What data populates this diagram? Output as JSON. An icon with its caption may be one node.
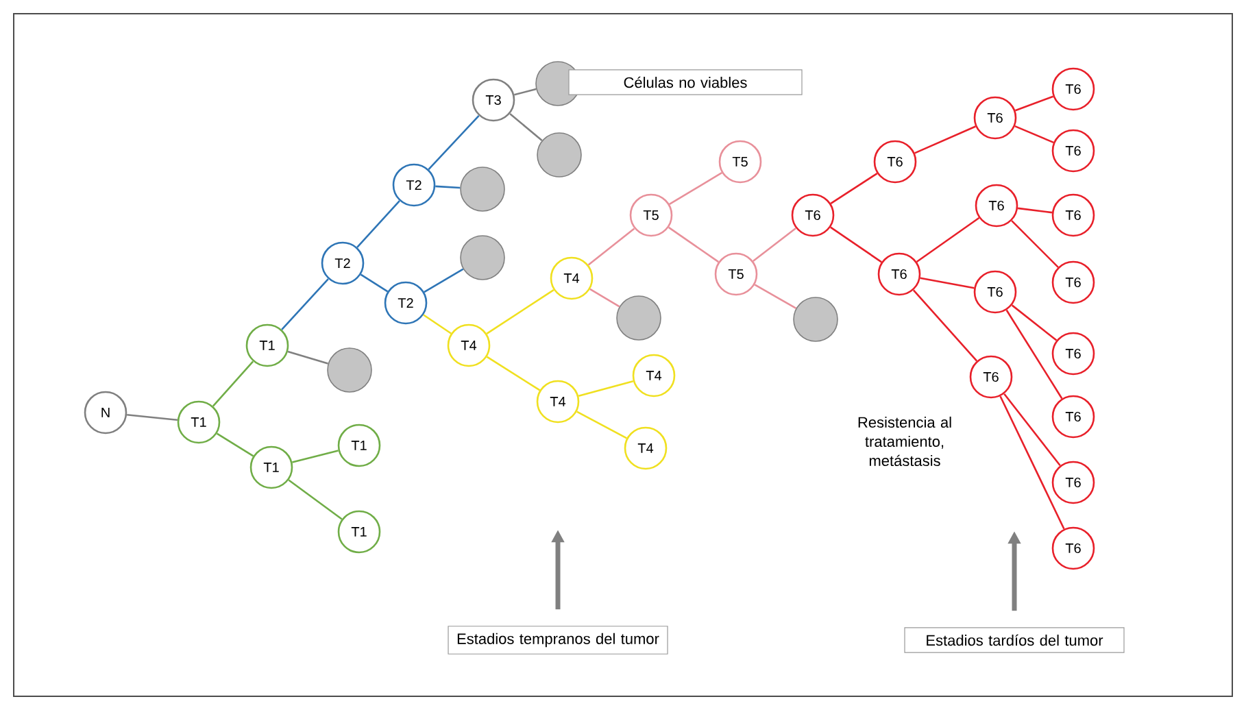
{
  "diagram": {
    "nodes": [
      {
        "text": [
          "N"
        ]
      },
      {
        "text": [
          "T1"
        ]
      },
      {
        "text": [
          "T1"
        ]
      },
      {
        "text": [],
        "shape": "circle"
      },
      {
        "text": [
          "T1"
        ]
      },
      {
        "text": [
          "T1"
        ]
      },
      {
        "text": [
          "T1"
        ]
      },
      {
        "text": [
          "T2"
        ]
      },
      {
        "text": [
          "T2"
        ]
      },
      {
        "text": [],
        "shape": "circle"
      },
      {
        "text": [
          "T2"
        ]
      },
      {
        "text": [],
        "shape": "circle"
      },
      {
        "text": [
          "T3"
        ]
      },
      {
        "text": [],
        "shape": "circle"
      },
      {
        "text": [],
        "shape": "circle"
      },
      {
        "text": [
          "T4"
        ]
      },
      {
        "text": [
          "T4"
        ]
      },
      {
        "text": [],
        "shape": "circle"
      },
      {
        "text": [
          "T4"
        ]
      },
      {
        "text": [
          "T4"
        ]
      },
      {
        "text": [
          "T4"
        ]
      },
      {
        "text": [
          "T5"
        ]
      },
      {
        "text": [
          "T5"
        ]
      },
      {
        "text": [
          "T5"
        ]
      },
      {
        "text": [],
        "shape": "circle"
      },
      {
        "text": [
          "T6"
        ]
      },
      {
        "text": [
          "T6"
        ]
      },
      {
        "text": [
          "T6"
        ]
      },
      {
        "text": [
          "T6"
        ]
      },
      {
        "text": [
          "T6"
        ]
      },
      {
        "text": [
          "T6"
        ]
      },
      {
        "text": [
          "T6"
        ]
      },
      {
        "text": [
          "T6"
        ]
      },
      {
        "text": [
          "T6"
        ]
      },
      {
        "text": [
          "T6"
        ]
      },
      {
        "text": [
          "T6"
        ]
      },
      {
        "text": [
          "T6"
        ]
      },
      {
        "text": [
          "T6"
        ]
      },
      {
        "text": [
          "T6"
        ]
      },
      {
        "text": [
          "T6"
        ]
      },
      {
        "text": [
          "Células no viables"
        ]
      },
      {
        "text": [
          "Estadios tempranos del tumor"
        ]
      },
      {
        "text": [
          "Estadios tardíos del tumor"
        ]
      }
    ],
    "edges": [
      {
        "from": 0,
        "to": 1,
        "arrow": "none",
        "color": "#808080"
      },
      {
        "from": 1,
        "to": 2,
        "arrow": "none",
        "color": "#70ad47"
      },
      {
        "from": 1,
        "to": 4,
        "arrow": "none",
        "color": "#70ad47"
      },
      {
        "from": 2,
        "to": 3,
        "arrow": "none",
        "color": "#808080"
      },
      {
        "from": 2,
        "to": 7,
        "arrow": "none",
        "color": "#2e75b6"
      },
      {
        "from": 4,
        "to": 5,
        "arrow": "none",
        "color": "#70ad47"
      },
      {
        "from": 4,
        "to": 6,
        "arrow": "none",
        "color": "#70ad47"
      },
      {
        "from": 7,
        "to": 8,
        "arrow": "none",
        "color": "#2e75b6"
      },
      {
        "from": 7,
        "to": 10,
        "arrow": "none",
        "color": "#2e75b6"
      },
      {
        "from": 8,
        "to": 12,
        "arrow": "none",
        "color": "#2e75b6"
      },
      {
        "from": 8,
        "to": 9,
        "arrow": "none",
        "color": "#2e75b6"
      },
      {
        "from": 12,
        "to": 13,
        "arrow": "none",
        "color": "#808080"
      },
      {
        "from": 12,
        "to": 14,
        "arrow": "none",
        "color": "#808080"
      },
      {
        "from": 10,
        "to": 11,
        "arrow": "none",
        "color": "#2e75b6"
      },
      {
        "from": 10,
        "to": 15,
        "arrow": "none",
        "color": "#f0e020"
      },
      {
        "from": 15,
        "to": 16,
        "arrow": "none",
        "color": "#f0e020"
      },
      {
        "from": 15,
        "to": 18,
        "arrow": "none",
        "color": "#f0e020"
      },
      {
        "from": 16,
        "to": 17,
        "arrow": "none",
        "color": "#e8909a"
      },
      {
        "from": 16,
        "to": 21,
        "arrow": "none",
        "color": "#e8909a"
      },
      {
        "from": 18,
        "to": 19,
        "arrow": "none",
        "color": "#f0e020"
      },
      {
        "from": 18,
        "to": 20,
        "arrow": "none",
        "color": "#f0e020"
      },
      {
        "from": 21,
        "to": 22,
        "arrow": "none",
        "color": "#e8909a"
      },
      {
        "from": 21,
        "to": 23,
        "arrow": "none",
        "color": "#e8909a"
      },
      {
        "from": 23,
        "to": 24,
        "arrow": "none",
        "color": "#e8909a"
      },
      {
        "from": 23,
        "to": 25,
        "arrow": "none",
        "color": "#e8909a"
      },
      {
        "from": 25,
        "to": 26,
        "arrow": "none"
      },
      {
        "from": 25,
        "to": 30,
        "arrow": "none"
      },
      {
        "from": 26,
        "to": 27,
        "arrow": "none"
      },
      {
        "from": 27,
        "to": 28,
        "arrow": "none"
      },
      {
        "from": 27,
        "to": 29,
        "arrow": "none"
      },
      {
        "from": 30,
        "to": 31,
        "arrow": "none"
      },
      {
        "from": 31,
        "to": 32,
        "arrow": "none"
      },
      {
        "from": 31,
        "to": 33,
        "arrow": "none"
      },
      {
        "from": 30,
        "to": 34,
        "arrow": "none"
      },
      {
        "from": 34,
        "to": 35,
        "arrow": "none"
      },
      {
        "from": 34,
        "to": 36,
        "arrow": "none"
      },
      {
        "from": 30,
        "to": 37,
        "arrow": "none"
      },
      {
        "from": 37,
        "to": 38,
        "arrow": "none"
      },
      {
        "from": 37,
        "to": 39,
        "arrow": "none"
      },
      {
        "from": 41,
        "to": null,
        "arrow": "to",
        "style": "thick",
        "color": "#808080"
      },
      {
        "from": 42,
        "to": null,
        "arrow": "to",
        "style": "thick",
        "color": "#808080"
      }
    ],
    "labels": [
      "Resistencia al tratamiento, metástasis"
    ]
  }
}
